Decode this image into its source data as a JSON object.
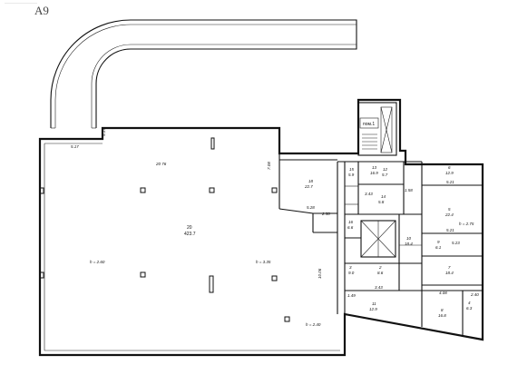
{
  "sheet": {
    "label": "A9",
    "watermark": "—————————"
  },
  "labels": {
    "main_dim_top": "5.17",
    "main_dim_top2": "20 76",
    "main_dim_right": "7.08",
    "main_room_no": "20",
    "main_room_area": "423.7",
    "h_left": "h = 2.60",
    "h_mid": "h = 3.35",
    "h_bottom": "h = 2.40",
    "dim_1006": "10.06",
    "pom": "пом.1",
    "r18_no": "18",
    "r18_area": "22.7",
    "dim_528": "5.28",
    "dim_250": "2.50",
    "r15_no": "15",
    "r15_area": "5.9",
    "r13_no": "13",
    "r13_area": "16.9",
    "r12_no": "12",
    "r12_area": "5.7",
    "r6_no": "6",
    "r6_area": "12.9",
    "dim_521a": "5.21",
    "r14_no": "14",
    "r14_area": "5.8",
    "dim_343a": "3.43",
    "dim_158": "1.58",
    "r5_no": "5",
    "r5_area": "22.4",
    "h_275": "h = 2.75",
    "dim_521b": "5.21",
    "r16_no": "16",
    "r16_area": "6.6",
    "r10_no": "10",
    "r10_area": "18.4",
    "r9_no": "9",
    "r9_area": "6.1",
    "dim_523": "5.23",
    "r3_no": "3",
    "r3_area": "9.0",
    "r2_no": "2",
    "r2_area": "8.6",
    "r7_no": "7",
    "r7_area": "18.4",
    "dim_343b": "3.43",
    "dim_149": "1.49",
    "r11_no": "11",
    "r11_area": "12.9",
    "r8_no": "8",
    "r8_area": "16.8",
    "r4_no": "4",
    "r4_area": "6.3",
    "dim_408": "4.08",
    "dim_240": "2.40"
  }
}
